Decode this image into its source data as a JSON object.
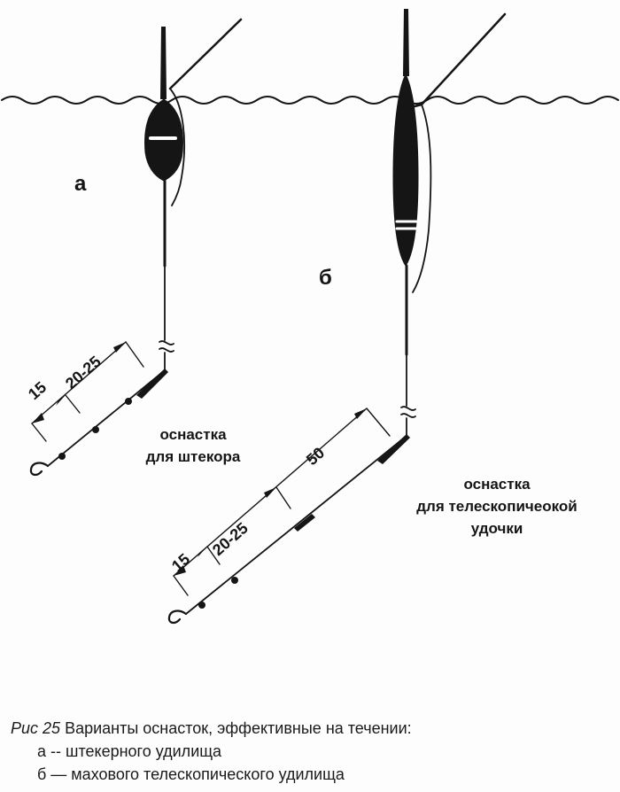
{
  "labels": {
    "a": "а",
    "b": "б"
  },
  "rig_a": {
    "title_line1": "оснастка",
    "title_line2": "для штекора",
    "dim_15": "15",
    "dim_20_25": "20-25"
  },
  "rig_b": {
    "title_line1": "оснастка",
    "title_line2": "для телескопичеокой",
    "title_line3": "удочки",
    "dim_15": "15",
    "dim_20_25": "20-25",
    "dim_50": "50"
  },
  "caption": {
    "fig": "Рис 25",
    "text": "Варианты оснасток, эффективные на течении:",
    "line_a": "а -- штекерного удилища",
    "line_b": "б — махового телескопического удилища"
  },
  "colors": {
    "ink": "#151515",
    "background": "#fdfdfd"
  }
}
